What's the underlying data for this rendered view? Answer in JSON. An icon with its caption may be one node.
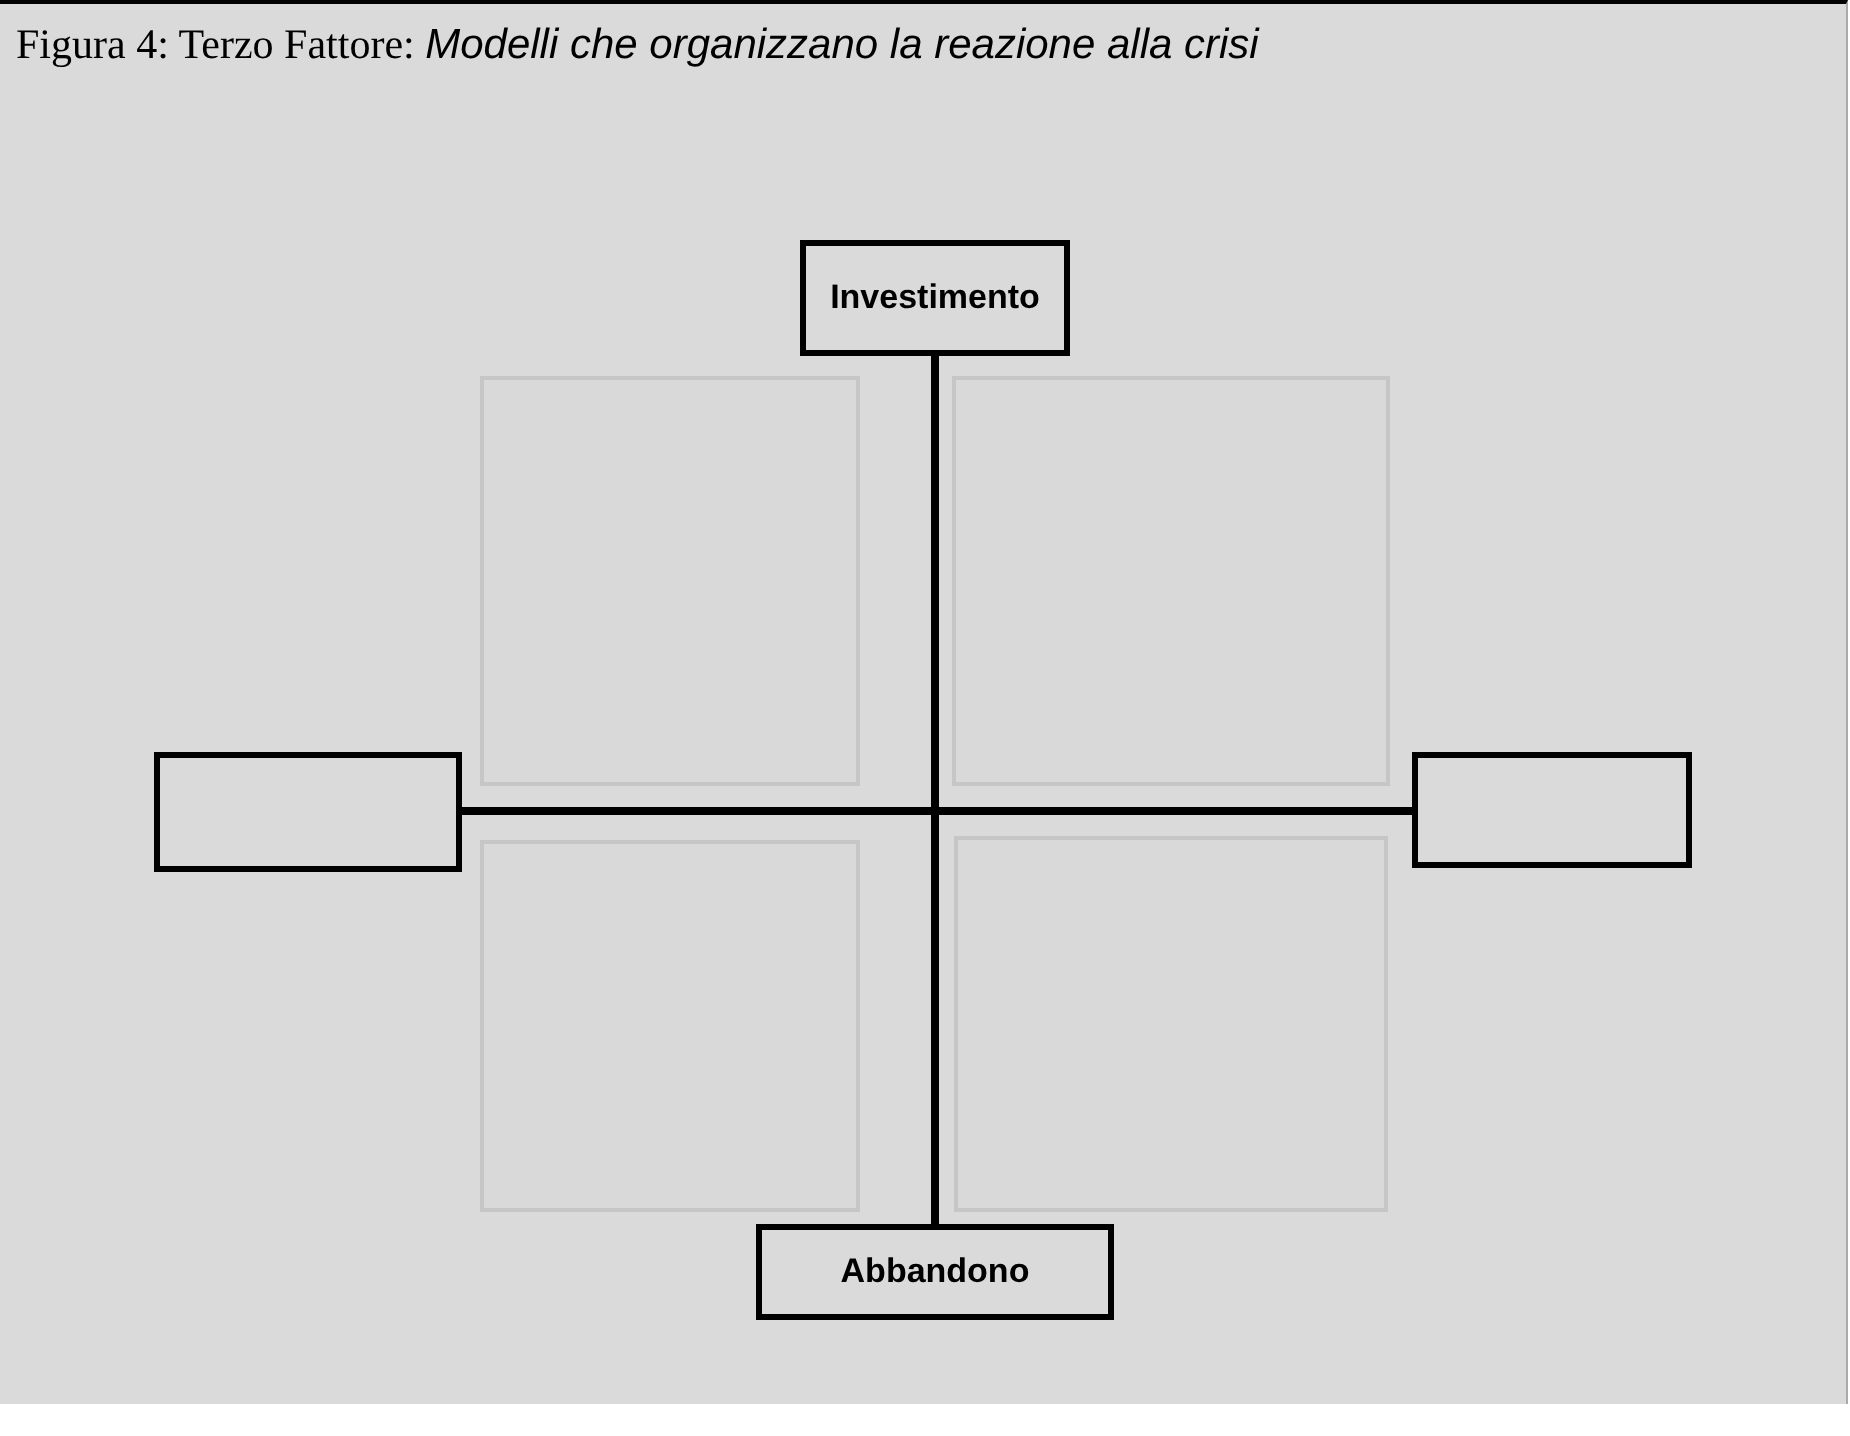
{
  "diagram": {
    "title": "Figura 4: Terzo Fattore: *Modelli che organizzano la reazione alla crisi*",
    "nodes": [
      {
        "text": [
          "Investimento"
        ]
      },
      {
        "text": [],
        "shape": "box"
      },
      {
        "text": [],
        "shape": "box"
      },
      {
        "text": [],
        "shape": "box"
      },
      {
        "text": [],
        "shape": "box"
      },
      {
        "text": [],
        "shape": "box"
      },
      {
        "text": [],
        "shape": "box"
      },
      {
        "text": [
          "Abbandono"
        ]
      }
    ],
    "edges": [
      {
        "from": 0,
        "to": 7,
        "arrow": "none"
      },
      {
        "from": 3,
        "to": 4,
        "arrow": "none"
      }
    ]
  }
}
